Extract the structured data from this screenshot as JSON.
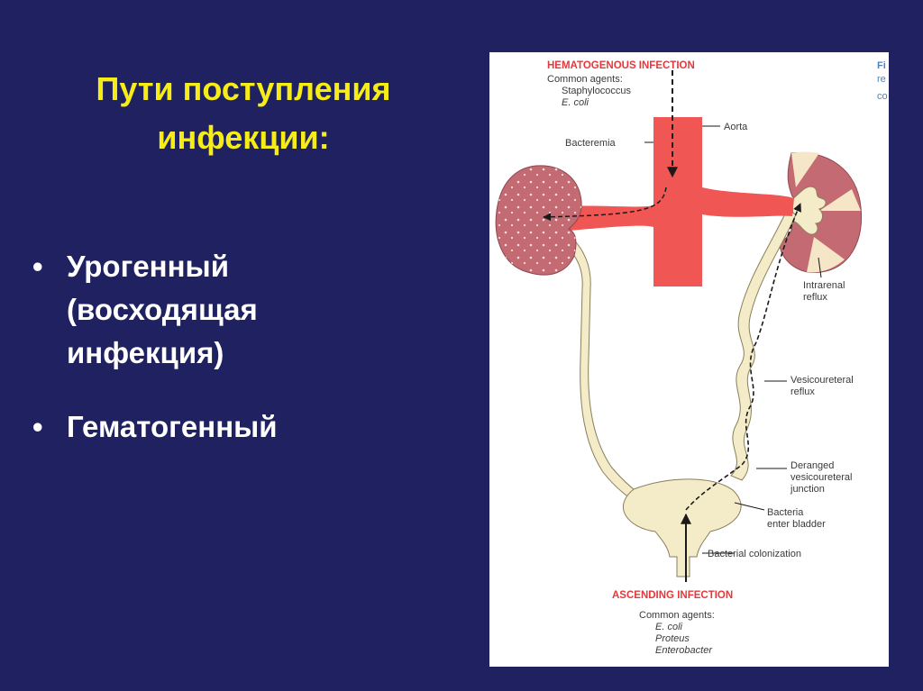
{
  "title": {
    "line1": "Пути поступления",
    "line2": "инфекции:"
  },
  "bullets": [
    {
      "marker": "•",
      "lines": [
        "Урогенный",
        "(восходящая",
        "инфекция)"
      ]
    },
    {
      "marker": "•",
      "lines": [
        "Гематогенный"
      ]
    }
  ],
  "diagram": {
    "hematogenous_header": "HEMATOGENOUS INFECTION",
    "hematogenous_agents_title": "Common agents:",
    "hematogenous_agents": [
      "Staphylococcus",
      "E. coli"
    ],
    "aorta_label": "Aorta",
    "bacteremia_label": "Bacteremia",
    "intrarenal_reflux_label": [
      "Intrarenal",
      "reflux"
    ],
    "vesicoureteral_reflux_label": [
      "Vesicoureteral",
      "reflux"
    ],
    "deranged_junction_label": [
      "Deranged",
      "vesicoureteral",
      "junction"
    ],
    "bacteria_enter_label": [
      "Bacteria",
      "enter bladder"
    ],
    "bacterial_colonization_label": "Bacterial colonization",
    "ascending_header": "ASCENDING INFECTION",
    "ascending_agents_title": "Common agents:",
    "ascending_agents": [
      "E. coli",
      "Proteus",
      "Enterobacter"
    ],
    "cropped_text": [
      "Fi",
      "re",
      "co"
    ]
  },
  "colors": {
    "background": "#1f2160",
    "title": "#f5ec18",
    "bullet_text": "#ffffff",
    "aorta": "#ef5654",
    "kidney": "#c46a72",
    "urinary_tract": "#f4ebc8",
    "header_red": "#e5383b"
  }
}
